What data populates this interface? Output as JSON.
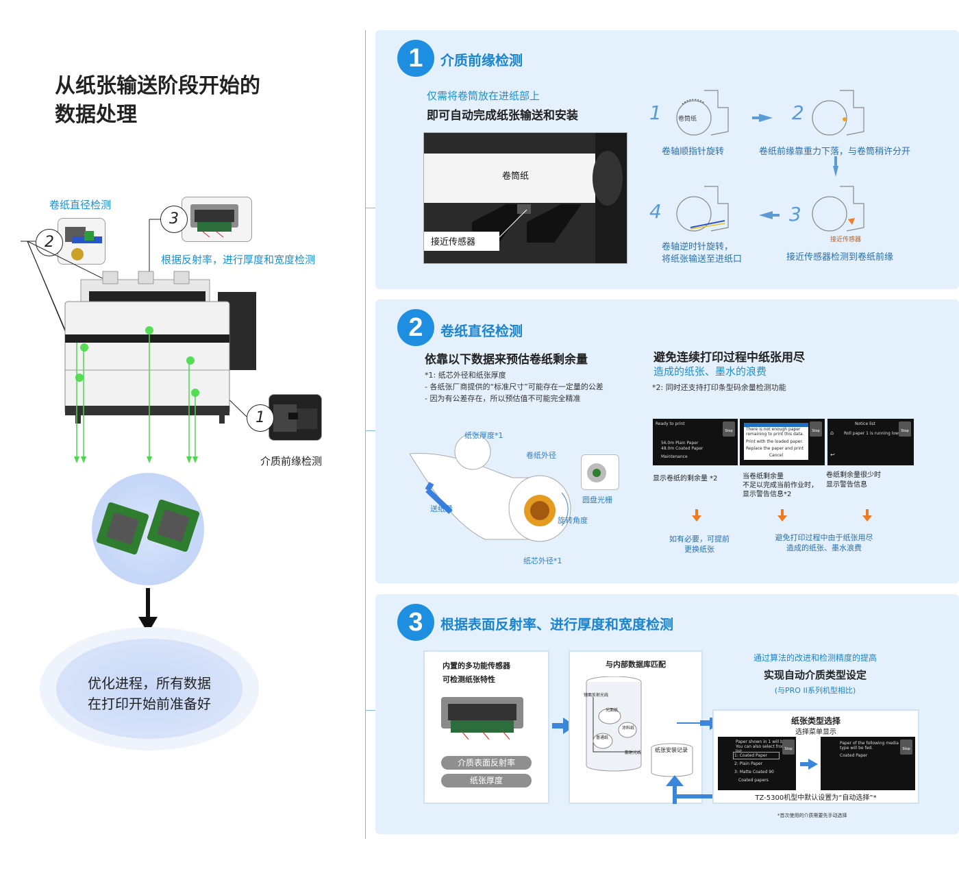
{
  "left": {
    "title_line1": "从纸张输送阶段开始的",
    "title_line2": "数据处理",
    "label_diameter": "卷纸直径检测",
    "label_reflect": "根据反射率，进行厚度和宽度检测",
    "label_leading": "介质前缘检测",
    "callout_1": "1",
    "callout_2": "2",
    "callout_3": "3",
    "result_line1": "优化进程，所有数据",
    "result_line2": "在打印开始前准备好"
  },
  "panel1": {
    "num": "1",
    "title": "介质前缘检测",
    "sub_blue": "仅需将卷筒放在进纸部上",
    "sub_bold": "即可自动完成纸张输送和安装",
    "photo_label_roll": "卷筒纸",
    "photo_label_sensor": "接近传感器",
    "step1_num": "1",
    "step1_inner": "卷筒纸",
    "step1_text": "卷轴顺指针旋转",
    "step2_num": "2",
    "step2_text": "卷纸前缘靠重力下落，与卷筒稍许分开",
    "step3_num": "3",
    "step3_inner": "接近传感器",
    "step3_text": "接近传感器检测到卷纸前缘",
    "step4_num": "4",
    "step4_text_l1": "卷轴逆时针旋转，",
    "step4_text_l2": "将纸张输送至进纸口"
  },
  "panel2": {
    "num": "2",
    "title": "卷纸直径检测",
    "left_heading": "依靠以下数据来预估卷纸剩余量",
    "note1": "*1: 纸芯外径和纸张厚度",
    "note2": "- 各纸张厂商提供的“标准尺寸”可能存在一定量的公差",
    "note3": "- 因为有公差存在，所以预估值不可能完全精准",
    "diag_thickness": "纸张厚度*1",
    "diag_roll_outer": "卷纸外径",
    "diag_feed": "送纸量",
    "diag_rotation": "旋转角度",
    "diag_core": "纸芯外径*1",
    "diag_encoder": "圆盘光栅",
    "right_heading": "避免连续打印过程中纸张用尽",
    "right_sub": "造成的纸张、墨水的浪费",
    "right_note": "*2: 同时还支持打印条型码余量检测功能",
    "screen1_title": "Ready to print",
    "screen1_r1": "56.0m  Plain Paper",
    "screen1_r2": "48.0m  Coated Paper",
    "screen1_r3": "Maintenance",
    "screen2_l1": "There is not enough paper",
    "screen2_l2": "remaining to print this data.",
    "screen2_b1": "Print with the loaded paper.",
    "screen2_b2": "Replace the paper and print",
    "screen2_b3": "Cancel",
    "screen3_title": "Notice list",
    "screen3_r1": "Roll paper 1 is running low.",
    "stop": "Stop",
    "cap1": "显示卷纸的剩余量 *2",
    "cap2_l1": "当卷纸剩余量",
    "cap2_l2": "不足以完成当前作业时，",
    "cap2_l3": "显示警告信息*2",
    "cap3_l1": "卷纸剩余量很少时",
    "cap3_l2": "显示警告信息",
    "res1_l1": "如有必要，可提前",
    "res1_l2": "更换纸张",
    "res2_l1": "避免打印过程中由于纸张用尽",
    "res2_l2": "造成的纸张、墨水浪费"
  },
  "panel3": {
    "num": "3",
    "title": "根据表面反射率、进行厚度和宽度检测",
    "card1_l1": "内置的多功能传感器",
    "card1_l2": "可检测纸张特性",
    "pill1": "介质表面反射率",
    "pill2": "纸张厚度",
    "card2_title": "与内部数据库匹配",
    "db_axis_y": "镜面反射光线",
    "db_axis_x": "散射光线",
    "db_glossy": "光面纸",
    "db_coated": "涂料纸",
    "db_plain": "普通纸",
    "db_record": "纸张安装记录",
    "right_blue": "通过算法的改进和检测精度的提高",
    "right_bold": "实现自动介质类型设定",
    "right_paren": "(与PRO II系列机型相比)",
    "card3_title": "纸张类型选择",
    "card3_sub": "选择菜单显示",
    "scr_a_l1": "Paper shown in 1 will be fed.",
    "scr_a_l2": "You can also select from the list.",
    "scr_a_o1": "1:  Coated Paper",
    "scr_a_o2": "2:  Plain Paper",
    "scr_a_o3": "3:  Matte Coated 90",
    "scr_a_o4": "Coated papers",
    "scr_b_l1": "Paper of the following media",
    "scr_b_l2": "type will be fed.",
    "scr_b_l3": "Coated Paper",
    "card3_footer": "TZ-5300机型中默认设置为“自动选择”*",
    "footnote": "*首次使用的介质需要先手动选择"
  },
  "colors": {
    "accent": "#1e8fe0",
    "panel_bg": "#e4f0fb",
    "green": "#4fd64f",
    "orange": "#f07a22"
  }
}
